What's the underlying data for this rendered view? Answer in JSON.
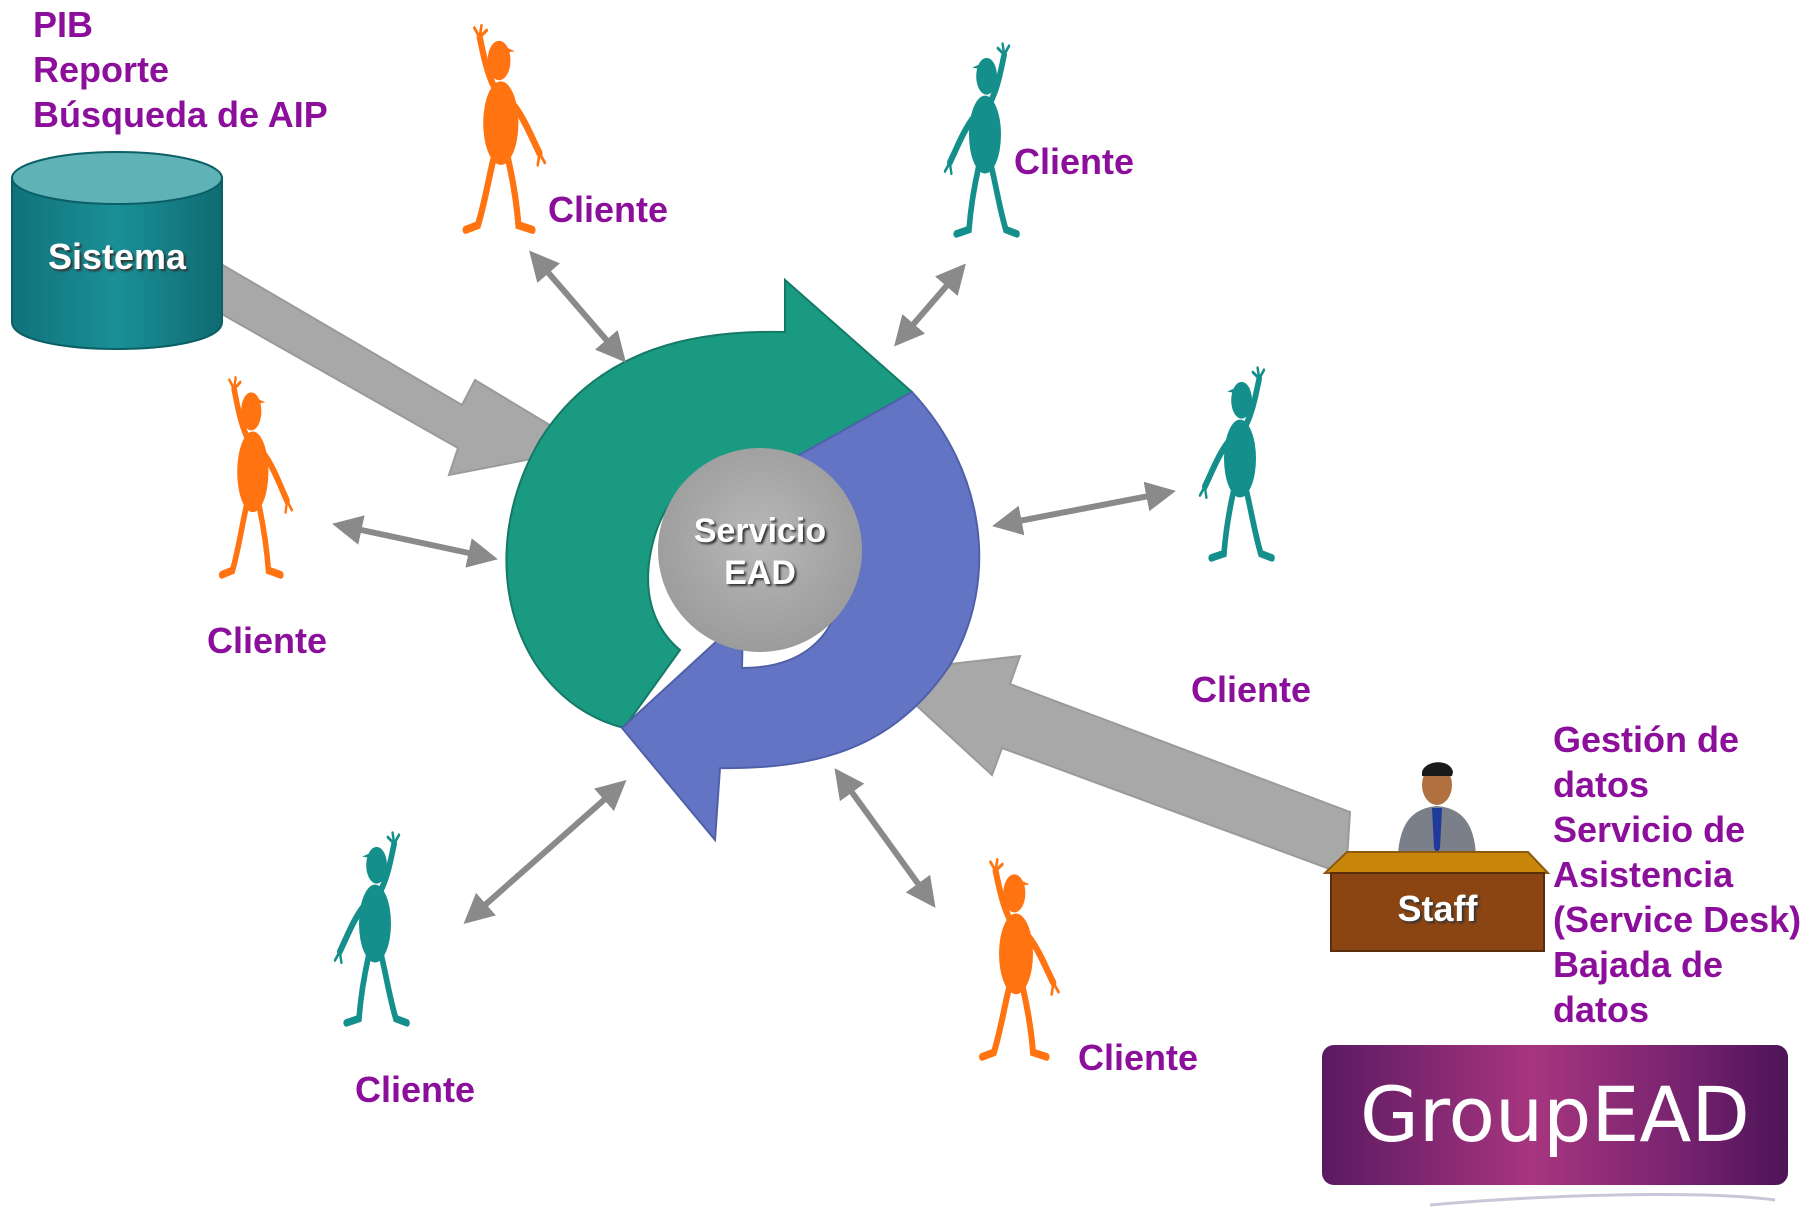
{
  "system_notes": [
    "PIB",
    "Reporte",
    "Búsqueda de AIP"
  ],
  "system_label": "Sistema",
  "center_label": [
    "Servicio",
    "EAD"
  ],
  "client_label": "Cliente",
  "staff_label": "Staff",
  "staff_notes": [
    "Gestión de",
    "datos",
    "Servicio de",
    "Asistencia",
    "(Service Desk)",
    "Bajada de",
    "datos"
  ],
  "logo_text": "GroupEAD",
  "colors": {
    "label_purple": "#8b0f9b",
    "cycle_green": "#1a9a80",
    "cycle_blue": "#6474c4",
    "center_gray": "#aaaaaa",
    "cylinder_teal": "#1a8a8c",
    "client_orange": "#ff7411",
    "client_teal": "#148f8c",
    "desk_brown": "#8b4513",
    "desk_top": "#c8860b",
    "arrow_gray": "#a8a8a8"
  }
}
